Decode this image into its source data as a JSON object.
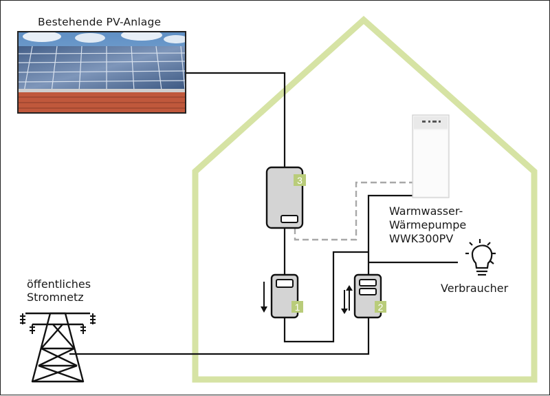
{
  "pv": {
    "label": "Bestehende PV-Anlage"
  },
  "heatpump": {
    "line1": "Warmwasser-",
    "line2": "Wärmepumpe",
    "line3": "WWK300PV"
  },
  "grid": {
    "line1": "öffentliches",
    "line2": "Stromnetz"
  },
  "consumer": {
    "label": "Verbraucher"
  },
  "devices": {
    "inverter_number": "3",
    "meter1_number": "1",
    "meter2_number": "2"
  },
  "colors": {
    "house_outline": "#d6e3a4",
    "badge": "#b9cc7a",
    "device_fill": "#d4d4d4",
    "wire": "#111111",
    "data_line": "#a8a8a8"
  }
}
